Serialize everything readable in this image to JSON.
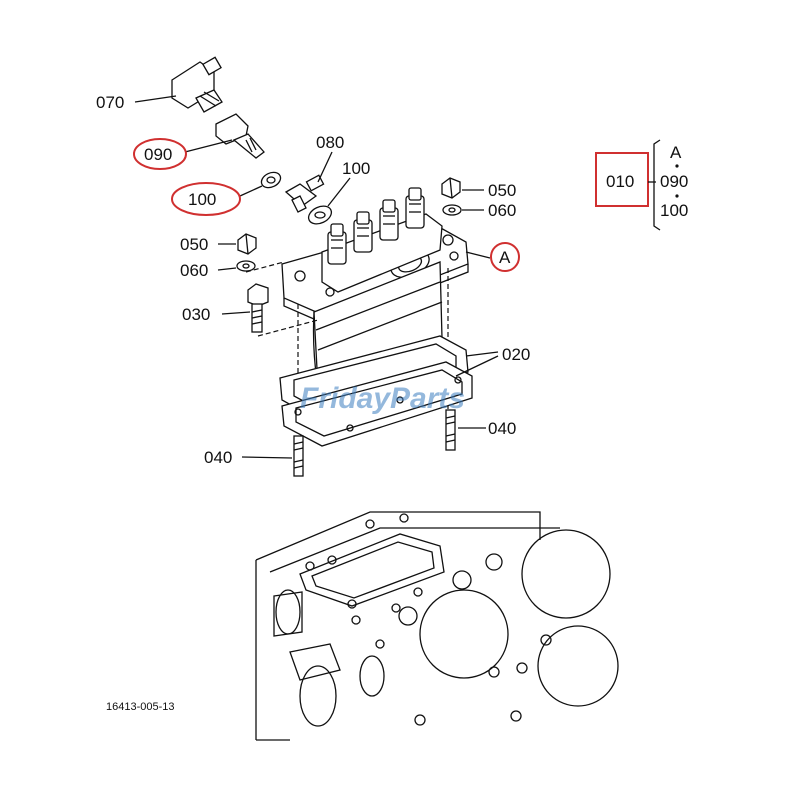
{
  "labels": {
    "p070": "070",
    "p090": "090",
    "p100a": "100",
    "p080": "080",
    "p100b": "100",
    "p050r": "050",
    "p060r": "060",
    "p050l": "050",
    "p060l": "060",
    "pA": "A",
    "p030": "030",
    "p020": "020",
    "p040r": "040",
    "p040l": "040"
  },
  "legend": {
    "main": "010",
    "items": [
      "A",
      "090",
      "100"
    ]
  },
  "watermark": "FridayParts",
  "drawing_number": "16413-005-13",
  "colors": {
    "highlight": "#d03030",
    "watermark": "#3d7fc1"
  }
}
